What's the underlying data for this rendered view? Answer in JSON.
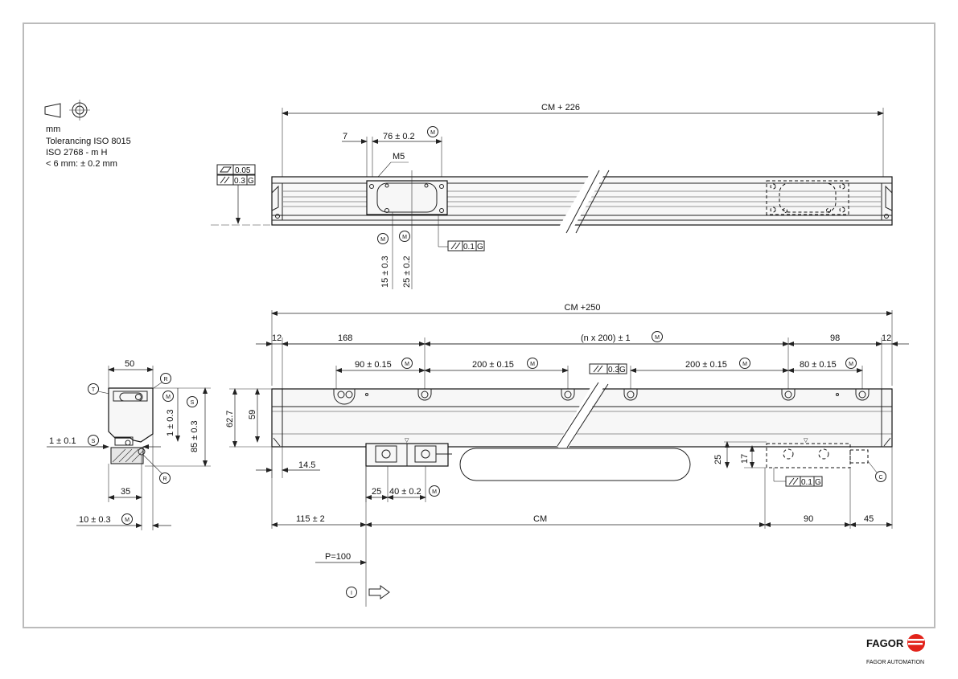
{
  "notes": {
    "unit": "mm",
    "tolerancing": "Tolerancing ISO 8015",
    "iso": "ISO 2768 - m H",
    "small": "< 6 mm: ± 0.2 mm"
  },
  "tolerance_frames": {
    "flatness_value": "0.05",
    "parallel_03": "0.3",
    "parallel_01": "0.1",
    "datum": "G"
  },
  "top_view": {
    "overall": "CM + 226",
    "d7": "7",
    "d76": "76 ± 0.2",
    "m5": "M5",
    "d15": "15 ± 0.3",
    "d25": "25 ± 0.2"
  },
  "bottom_view": {
    "overall": "CM +250",
    "d12_left": "12",
    "d12_right": "12",
    "d168": "168",
    "pitch": "(n x 200) ± 1",
    "d98": "98",
    "d90": "90 ± 0.15",
    "d200a": "200 ± 0.15",
    "d200b": "200 ± 0.15",
    "d80": "80 ± 0.15",
    "d62_7": "62.7",
    "d59": "59",
    "d14_5": "14.5",
    "d25_left": "25",
    "d40": "40 ± 0.2",
    "d25_right": "25",
    "d17": "17",
    "d115": "115 ± 2",
    "cm": "CM",
    "d90_right": "90",
    "d45": "45",
    "p100": "P=100"
  },
  "section_view": {
    "d50": "50",
    "d1_03": "1 ± 0.3",
    "d85": "85 ± 0.3",
    "d1_01": "1 ± 0.1",
    "d35": "35",
    "d10": "10 ± 0.3"
  },
  "markers": {
    "M": "M",
    "S": "S",
    "R": "R",
    "T": "T",
    "C": "C",
    "I": "I"
  },
  "brand": {
    "name": "FAGOR",
    "subtitle": "FAGOR AUTOMATION",
    "color": "#e2231a"
  }
}
